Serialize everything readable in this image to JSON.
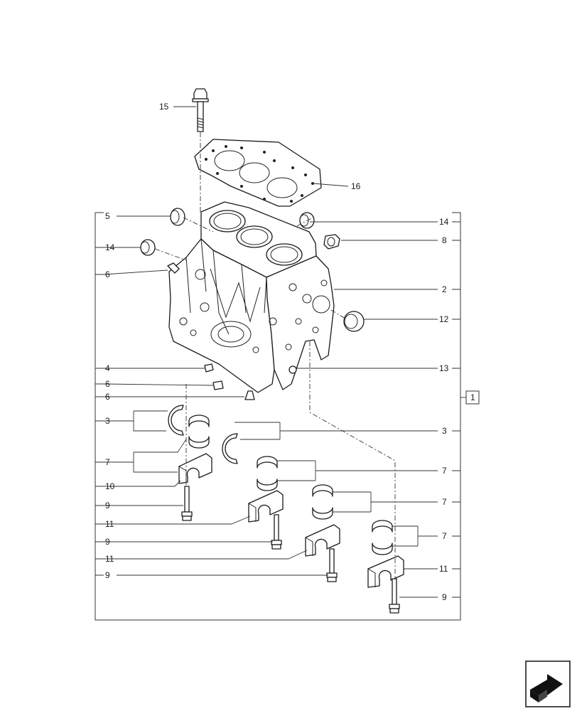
{
  "callouts": {
    "c15": "15",
    "c16": "16",
    "c5": "5",
    "c14a": "14",
    "c6a": "6",
    "c4": "4",
    "c6b": "6",
    "c6c": "6",
    "c3a": "3",
    "c7a": "7",
    "c10": "10",
    "c9a": "9",
    "c11a": "11",
    "c9b": "9",
    "c11b": "11",
    "c9c": "9",
    "c14b": "14",
    "c8": "8",
    "c2": "2",
    "c12": "12",
    "c13": "13",
    "c1": "1",
    "c3b": "3",
    "c7b": "7",
    "c7c": "7",
    "c7d": "7",
    "c11c": "11",
    "c9d": "9"
  },
  "icons": {
    "nav_corner": "next-page-arrow-icon"
  }
}
